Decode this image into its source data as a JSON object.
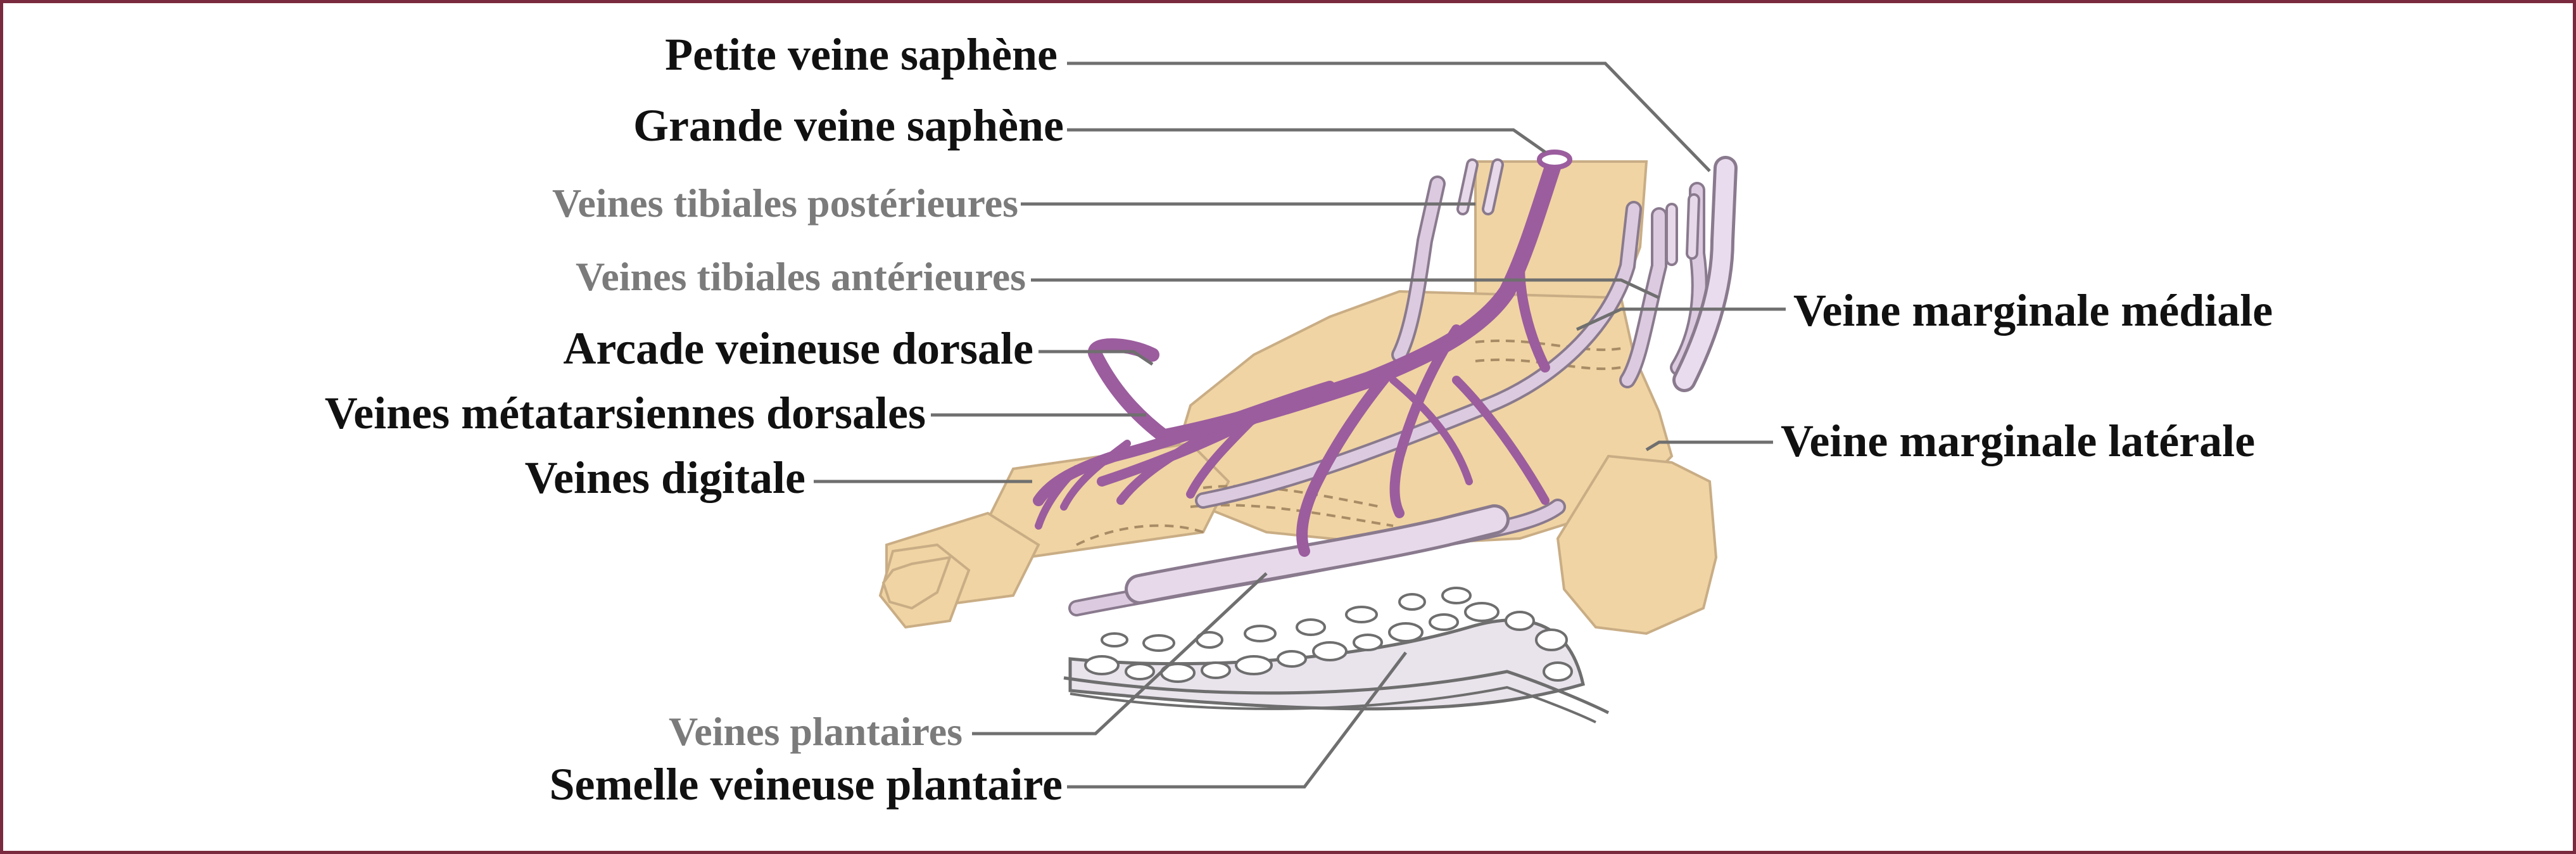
{
  "colors": {
    "frame": "#7a2a3e",
    "bone": "#f0d4a3",
    "bone_outline": "#c9ad85",
    "superficial_vein": "#9b5d9e",
    "deep_vein": "#d8c7dc",
    "leader_line": "#6f6f6f",
    "label_dark": "#111111",
    "label_grey": "#7b7b7b"
  },
  "labels": {
    "petite_saphene": "Petite veine saphène",
    "grande_saphene": "Grande veine saphène",
    "tibiales_post": "Veines tibiales postérieures",
    "tibiales_ant": "Veines tibiales antérieures",
    "arcade_dorsale": "Arcade veineuse dorsale",
    "metatarsiennes": "Veines métatarsiennes dorsales",
    "digitale": "Veines digitale",
    "plantaires": "Veines plantaires",
    "semelle": "Semelle veineuse plantaire",
    "marginale_mediale": "Veine marginale médiale",
    "marginale_laterale": "Veine marginale latérale"
  }
}
